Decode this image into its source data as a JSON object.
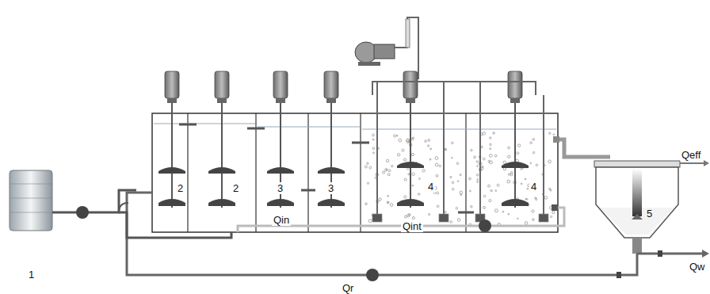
{
  "diagram": {
    "labels": [
      "Qeff",
      "2",
      "2",
      "3",
      "3",
      "4",
      "4",
      "5",
      "Qin",
      "Qint",
      "Qw",
      "1",
      "Qr"
    ]
  }
}
